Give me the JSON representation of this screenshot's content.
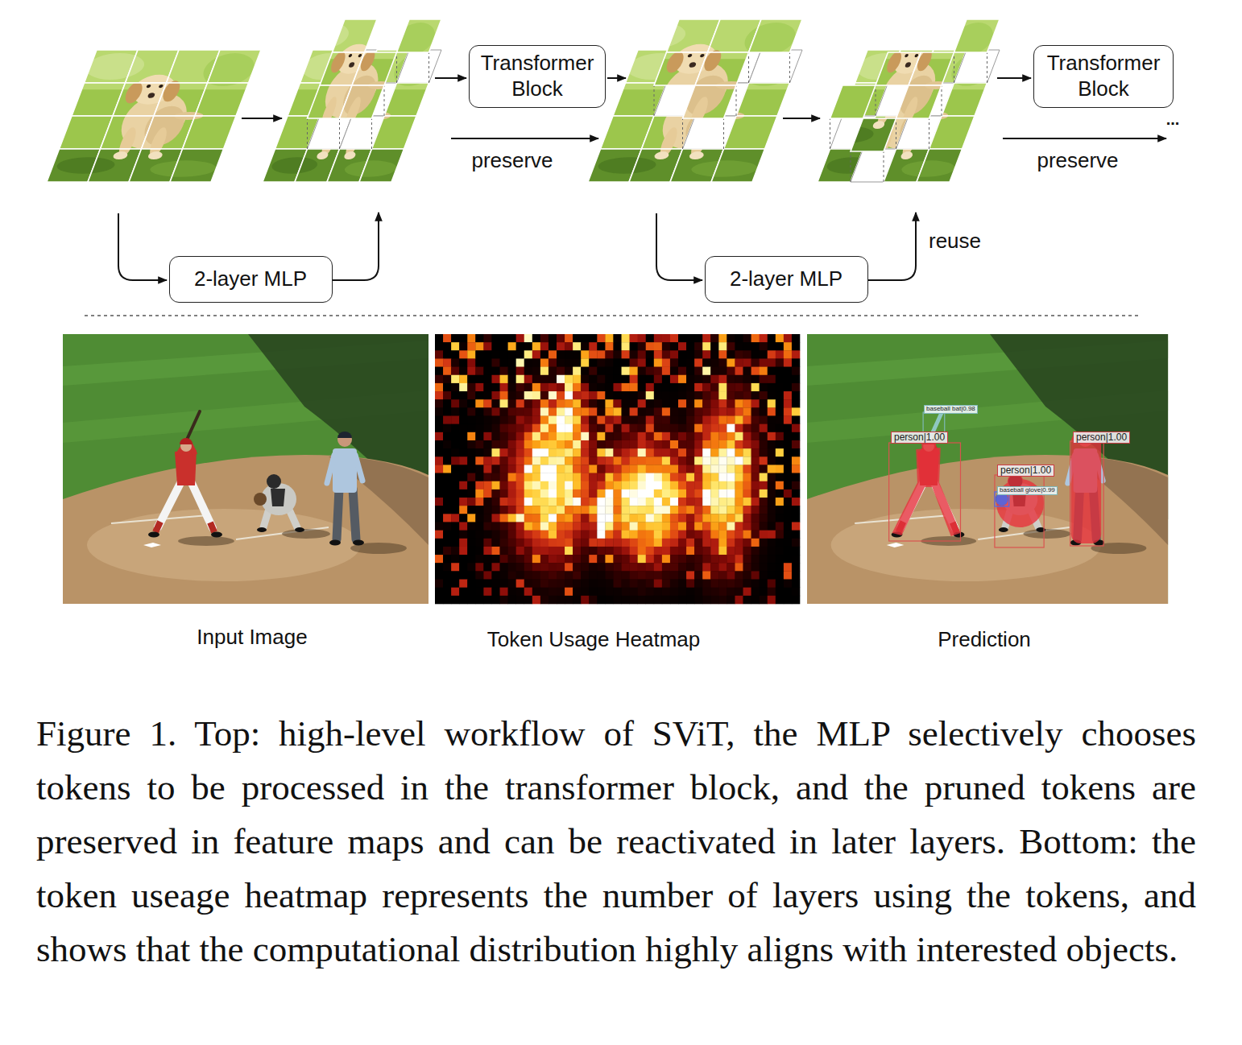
{
  "diagram": {
    "caption": "Figure 1. Top: high-level workflow of SViT, the MLP selectively chooses tokens to be processed in the transformer block, and the pruned tokens are preserved in feature maps and can be reactivated in later layers. Bottom: the token useage heatmap represents the number of layers using the tokens, and shows that the computational distribution highly aligns with interested objects.",
    "nodes": [
      {
        "text": [
          "Transformer Block"
        ]
      },
      {
        "text": [
          "Transformer Block"
        ]
      },
      {
        "text": [
          "2-layer MLP"
        ]
      },
      {
        "text": [
          "2-layer MLP"
        ]
      }
    ],
    "labels": [
      "preserve",
      "preserve",
      "...",
      "reuse",
      "person|1.00",
      "baseball bat|0.98",
      "person|1.00",
      "baseball glove|0.99",
      "person|1.00",
      "Input Image",
      "Token Usage Heatmap",
      "Prediction"
    ]
  }
}
